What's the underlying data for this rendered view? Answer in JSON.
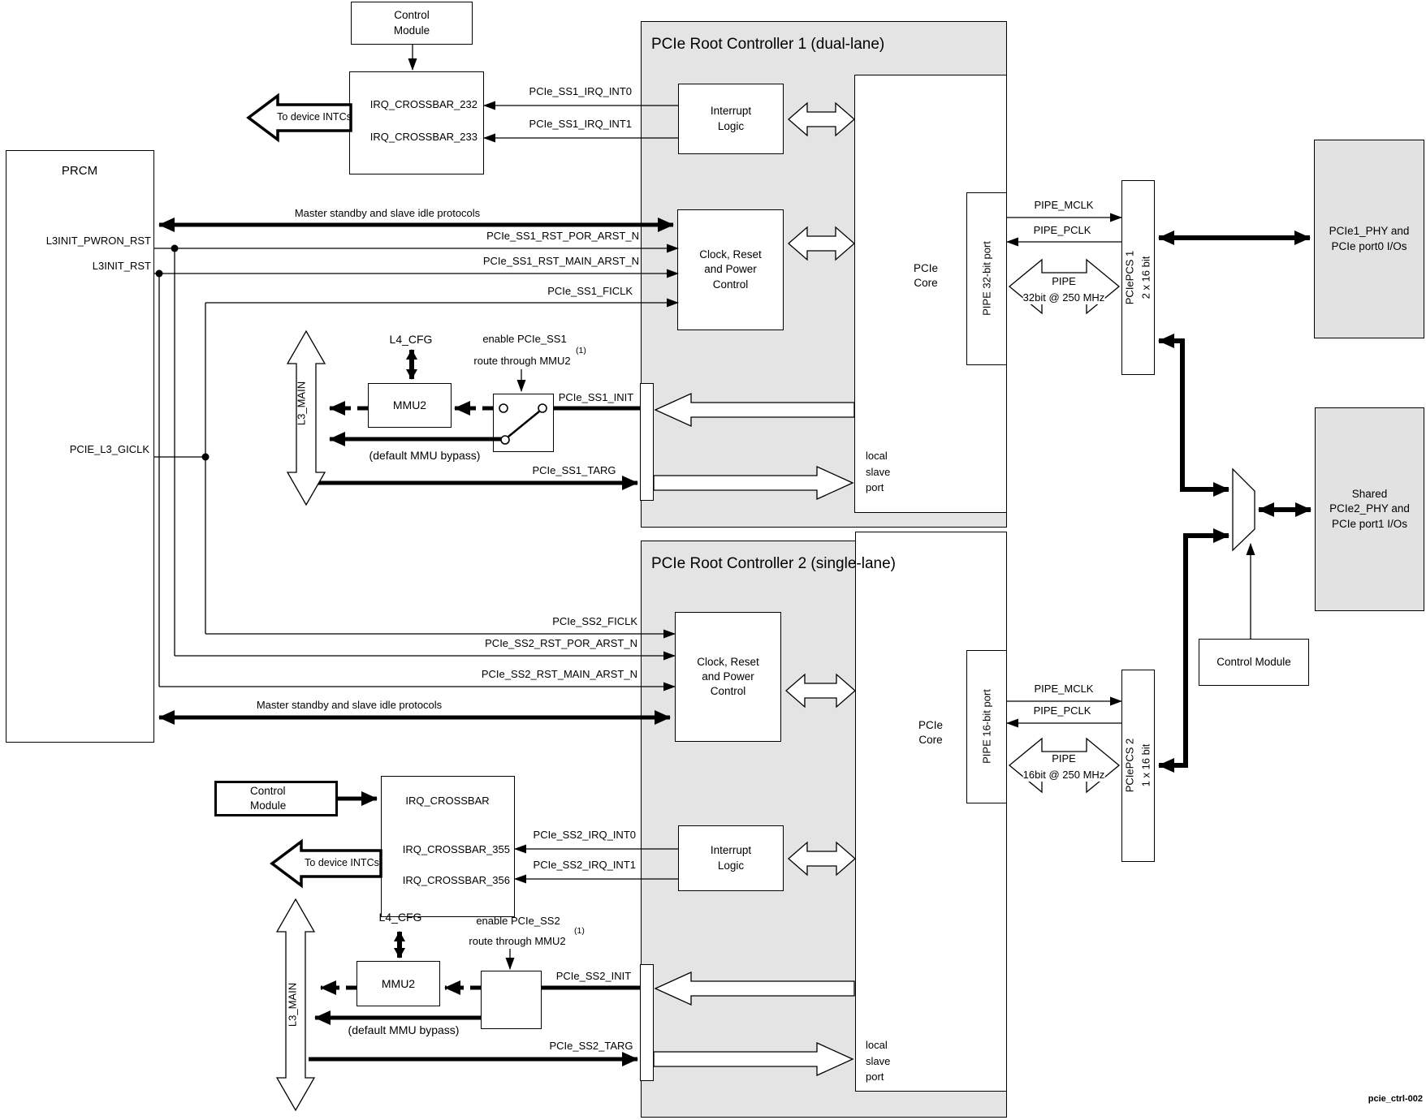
{
  "figure_label": "pcie_ctrl-002",
  "colors": {
    "controller_fill": "#e4e4e4",
    "phy_fill": "#e2e2e2",
    "line": "#000000",
    "background": "#ffffff"
  },
  "prcm": {
    "title": "PRCM",
    "l3init_pwron_rst": "L3INIT_PWRON_RST",
    "l3init_rst": "L3INIT_RST",
    "pcie_l3_giclk": "PCIE_L3_GICLK"
  },
  "irq1": {
    "control_module": "Control Module",
    "out0": "IRQ_CROSSBAR_232",
    "out1": "IRQ_CROSSBAR_233",
    "to_intcs": "To device INTCs"
  },
  "irq2": {
    "control_module": "Control Module",
    "title": "IRQ_CROSSBAR",
    "out0": "IRQ_CROSSBAR_355",
    "out1": "IRQ_CROSSBAR_356",
    "to_intcs": "To device INTCs"
  },
  "c1": {
    "title": "PCIe Root Controller 1 (dual-lane)",
    "interrupt_logic": "Interrupt Logic",
    "clock_reset_power": "Clock, Reset and Power Control",
    "pcie_core": "PCIe Core",
    "local_slave_port": "local slave port",
    "pipe_port": "PIPE 32-bit port",
    "irq_int0": "PCIe_SS1_IRQ_INT0",
    "irq_int1": "PCIe_SS1_IRQ_INT1",
    "master_standby": "Master standby and slave idle protocols",
    "rst_por": "PCIe_SS1_RST_POR_ARST_N",
    "rst_main": "PCIe_SS1_RST_MAIN_ARST_N",
    "ficlk": "PCIe_SS1_FICLK",
    "init": "PCIe_SS1_INIT",
    "targ": "PCIe_SS1_TARG",
    "enable": "enable PCIe_SS1",
    "route": "route through MMU2",
    "footnote": "(1)",
    "l4_cfg": "L4_CFG",
    "l3_main": "L3_MAIN",
    "mmu2": "MMU2",
    "mmu_bypass": "(default MMU bypass)",
    "pipe_mclk": "PIPE_MCLK",
    "pipe_pclk": "PIPE_PCLK",
    "pipe": "PIPE",
    "pipe_rate": "32bit @ 250 MHz",
    "pcs_name": "PCIePCS 1",
    "pcs_width": "2 x 16 bit"
  },
  "c2": {
    "title": "PCIe Root Controller 2 (single-lane)",
    "interrupt_logic": "Interrupt Logic",
    "clock_reset_power": "Clock, Reset and Power Control",
    "pcie_core": "PCIe Core",
    "local_slave_port": "local slave port",
    "pipe_port": "PIPE 16-bit port",
    "irq_int0": "PCIe_SS2_IRQ_INT0",
    "irq_int1": "PCIe_SS2_IRQ_INT1",
    "master_standby": "Master standby and slave idle protocols",
    "rst_por": "PCIe_SS2_RST_POR_ARST_N",
    "rst_main": "PCIe_SS2_RST_MAIN_ARST_N",
    "ficlk": "PCIe_SS2_FICLK",
    "init": "PCIe_SS2_INIT",
    "targ": "PCIe_SS2_TARG",
    "enable": "enable PCIe_SS2",
    "route": "route through MMU2",
    "footnote": "(1)",
    "l4_cfg": "L4_CFG",
    "l3_main": "L3_MAIN",
    "mmu2": "MMU2",
    "mmu_bypass": "(default MMU bypass)",
    "pipe_mclk": "PIPE_MCLK",
    "pipe_pclk": "PIPE_PCLK",
    "pipe": "PIPE",
    "pipe_rate": "16bit @ 250 MHz",
    "pcs_name": "PCIePCS 2",
    "pcs_width": "1 x 16 bit"
  },
  "right": {
    "phy1": "PCIe1_PHY and PCIe port0 I/Os",
    "phy2": "Shared PCIe2_PHY and PCIe port1 I/Os",
    "control_module": "Control Module"
  }
}
